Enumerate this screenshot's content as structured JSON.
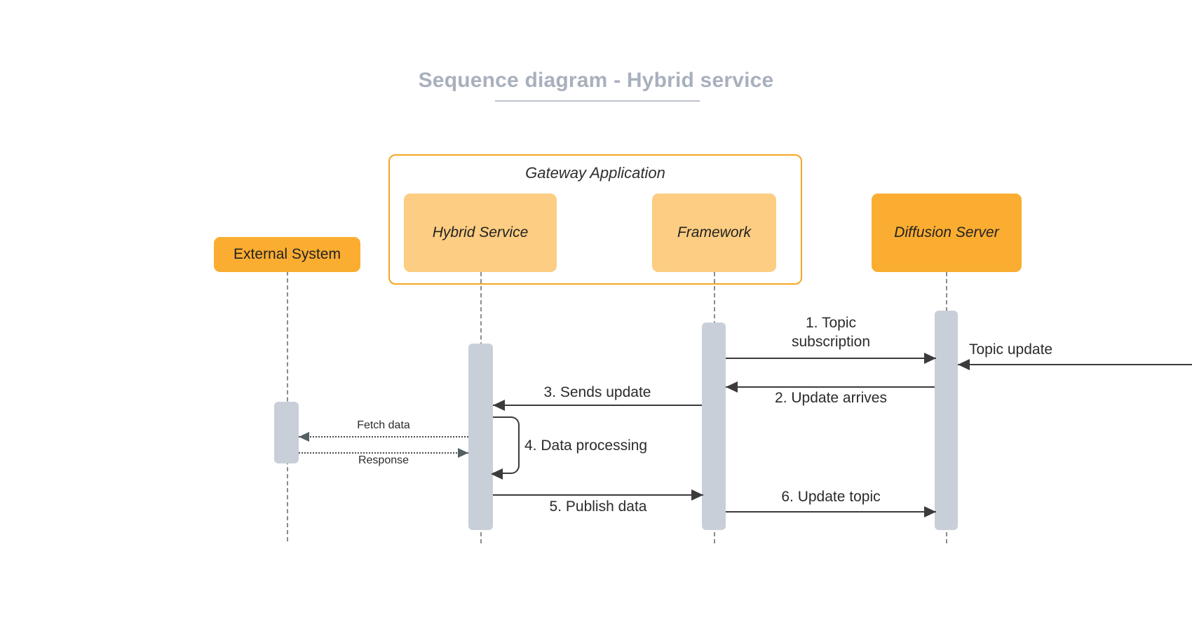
{
  "diagram": {
    "title": "Sequence diagram - Hybrid service",
    "type": "sequence-diagram",
    "colors": {
      "title_text": "#a9b0bd",
      "group_border": "#f5a623",
      "participant_light": "#fccd82",
      "participant_dark": "#fbad31",
      "activation_bar": "#c9cfd8",
      "message_line": "#3b3b3b",
      "lifeline": "#8c8c8c",
      "background": "#ffffff"
    },
    "group": {
      "label": "Gateway Application"
    },
    "participants": [
      {
        "id": "external-system",
        "label": "External System",
        "style": "dark",
        "italic": false
      },
      {
        "id": "hybrid-service",
        "label": "Hybrid Service",
        "style": "light",
        "italic": true
      },
      {
        "id": "framework",
        "label": "Framework",
        "style": "light",
        "italic": true
      },
      {
        "id": "diffusion-server",
        "label": "Diffusion Server",
        "style": "dark",
        "italic": true
      }
    ],
    "messages": [
      {
        "id": "topic-subscription",
        "label": "1. Topic\nsubscription",
        "from": "framework",
        "to": "diffusion-server",
        "direction": "right",
        "line": "solid",
        "numbered": true
      },
      {
        "id": "topic-update",
        "label": "Topic update",
        "from": "external",
        "to": "diffusion-server",
        "direction": "left",
        "line": "solid",
        "numbered": false
      },
      {
        "id": "update-arrives",
        "label": "2. Update arrives",
        "from": "diffusion-server",
        "to": "framework",
        "direction": "left",
        "line": "solid",
        "numbered": true
      },
      {
        "id": "sends-update",
        "label": "3. Sends update",
        "from": "framework",
        "to": "hybrid-service",
        "direction": "left",
        "line": "solid",
        "numbered": true
      },
      {
        "id": "fetch-data",
        "label": "Fetch data",
        "from": "hybrid-service",
        "to": "external-system",
        "direction": "left",
        "line": "dotted",
        "numbered": false
      },
      {
        "id": "response",
        "label": "Response",
        "from": "external-system",
        "to": "hybrid-service",
        "direction": "right",
        "line": "dotted",
        "numbered": false
      },
      {
        "id": "data-processing",
        "label": "4. Data processing",
        "from": "hybrid-service",
        "to": "hybrid-service",
        "direction": "self",
        "line": "solid",
        "numbered": true
      },
      {
        "id": "publish-data",
        "label": "5. Publish data",
        "from": "hybrid-service",
        "to": "framework",
        "direction": "right",
        "line": "solid",
        "numbered": true
      },
      {
        "id": "update-topic",
        "label": "6. Update topic",
        "from": "framework",
        "to": "diffusion-server",
        "direction": "right",
        "line": "solid",
        "numbered": true
      }
    ]
  }
}
